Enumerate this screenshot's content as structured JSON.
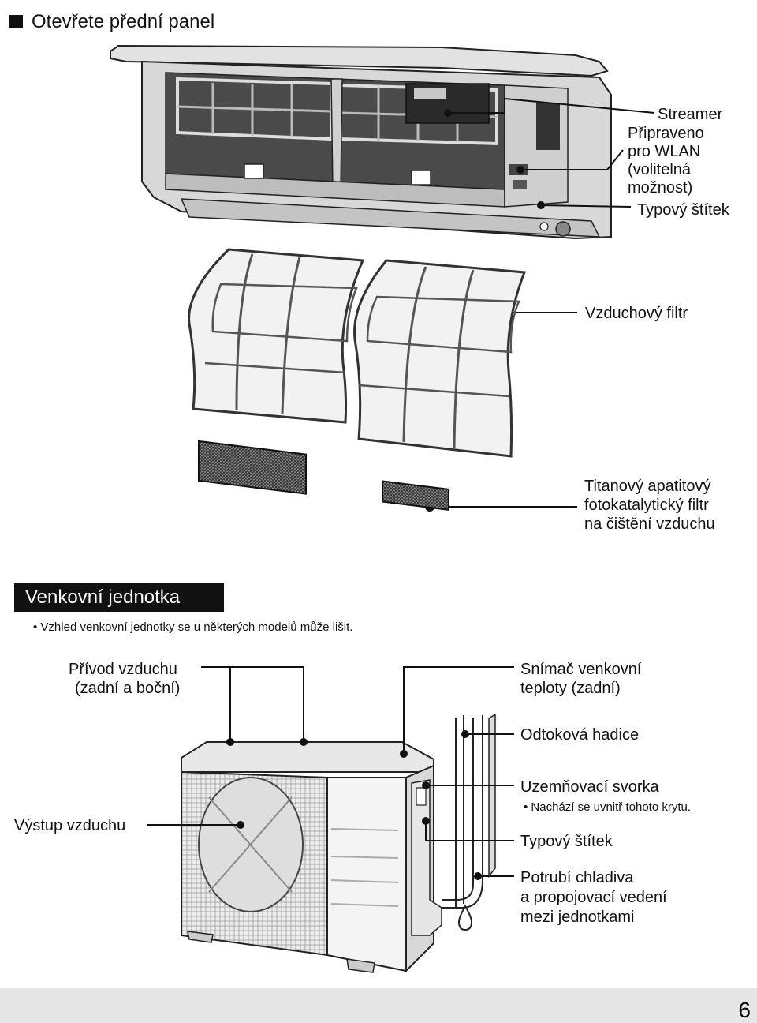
{
  "section": {
    "title": "Otevřete přední panel"
  },
  "indoor_labels": {
    "streamer": "Streamer",
    "wlan_1": "Připraveno",
    "wlan_2": "pro WLAN",
    "wlan_3": "(volitelná",
    "wlan_4": "možnost)",
    "nameplate": "Typový štítek",
    "air_filter": "Vzduchový filtr",
    "ti_filter_1": "Titanový apatitový",
    "ti_filter_2": "fotokatalytický filtr",
    "ti_filter_3": "na čištění vzduchu"
  },
  "outdoor": {
    "heading": "Venkovní jednotka",
    "note": "Vzhled venkovní jednotky se u některých modelů může lišit.",
    "air_inlet_1": "Přívod vzduchu",
    "air_inlet_2": "(zadní a boční)",
    "temp_sensor_1": "Snímač venkovní",
    "temp_sensor_2": "teploty (zadní)",
    "drain_hose": "Odtoková hadice",
    "earth_terminal": "Uzemňovací svorka",
    "earth_note": "Nachází se uvnitř tohoto krytu.",
    "nameplate": "Typový štítek",
    "air_outlet": "Výstup vzduchu",
    "piping_1": "Potrubí chladiva",
    "piping_2": "a propojovací vedení",
    "piping_3": "mezi jednotkami"
  },
  "page_number": "6"
}
